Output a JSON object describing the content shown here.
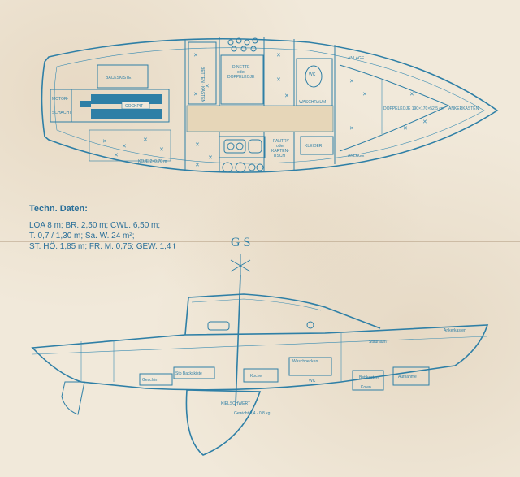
{
  "plan_labels": {
    "backskiste": "BACKSKISTE",
    "cockpit": "COCKPIT",
    "motor": "MOTOR-",
    "schacht": "SCHACHT",
    "betten_kasten": "BETTEN · KASTEN",
    "dinette": "DINETTE",
    "dinette2": "oder",
    "dinette3": "DOPPELKOJE",
    "wc": "WC",
    "waschraum": "WASCHRAUM",
    "anlage_top": "ANLAGE",
    "anlage_bottom": "ANLAGE",
    "doppelkoje": "DOPPELKOJE 190×170×52,5 cm",
    "ankerkasten": "ANKERKASTEN",
    "koje": "KOJE 2×0,70 m",
    "pantry1": "PANTRY",
    "pantry2": "oder",
    "pantry3": "KARTEN-",
    "pantry4": "TISCH",
    "kleider": "KLEIDER"
  },
  "tech": {
    "title": "Techn. Daten:",
    "line1": "LOA 8 m;  BR. 2,50 m;  CWL. 6,50 m;",
    "line2": "T. 0,7 / 1,30 m;  Sa. W. 24 m²;",
    "line3": "ST. HÖ. 1,85 m;  FR. M. 0,75;  GEW. 1,4 t"
  },
  "logo_text": "G S",
  "profile_labels": {
    "ankerkasten": "Ankerkasten",
    "stauraum": "Stauraum",
    "wc": "WC",
    "waschbecken": "Waschbecken",
    "kiel": "KIELSCHWERT",
    "gewicht": "Gewicht 0,4 · 0,8 kg",
    "stb_backskiste": "Stb Backskiste",
    "kocher": "Kocher",
    "kojen": "Kojen",
    "bettkasten": "Bettkasten",
    "aufnahme": "Aufnahme",
    "geschirr": "Geschirr"
  }
}
